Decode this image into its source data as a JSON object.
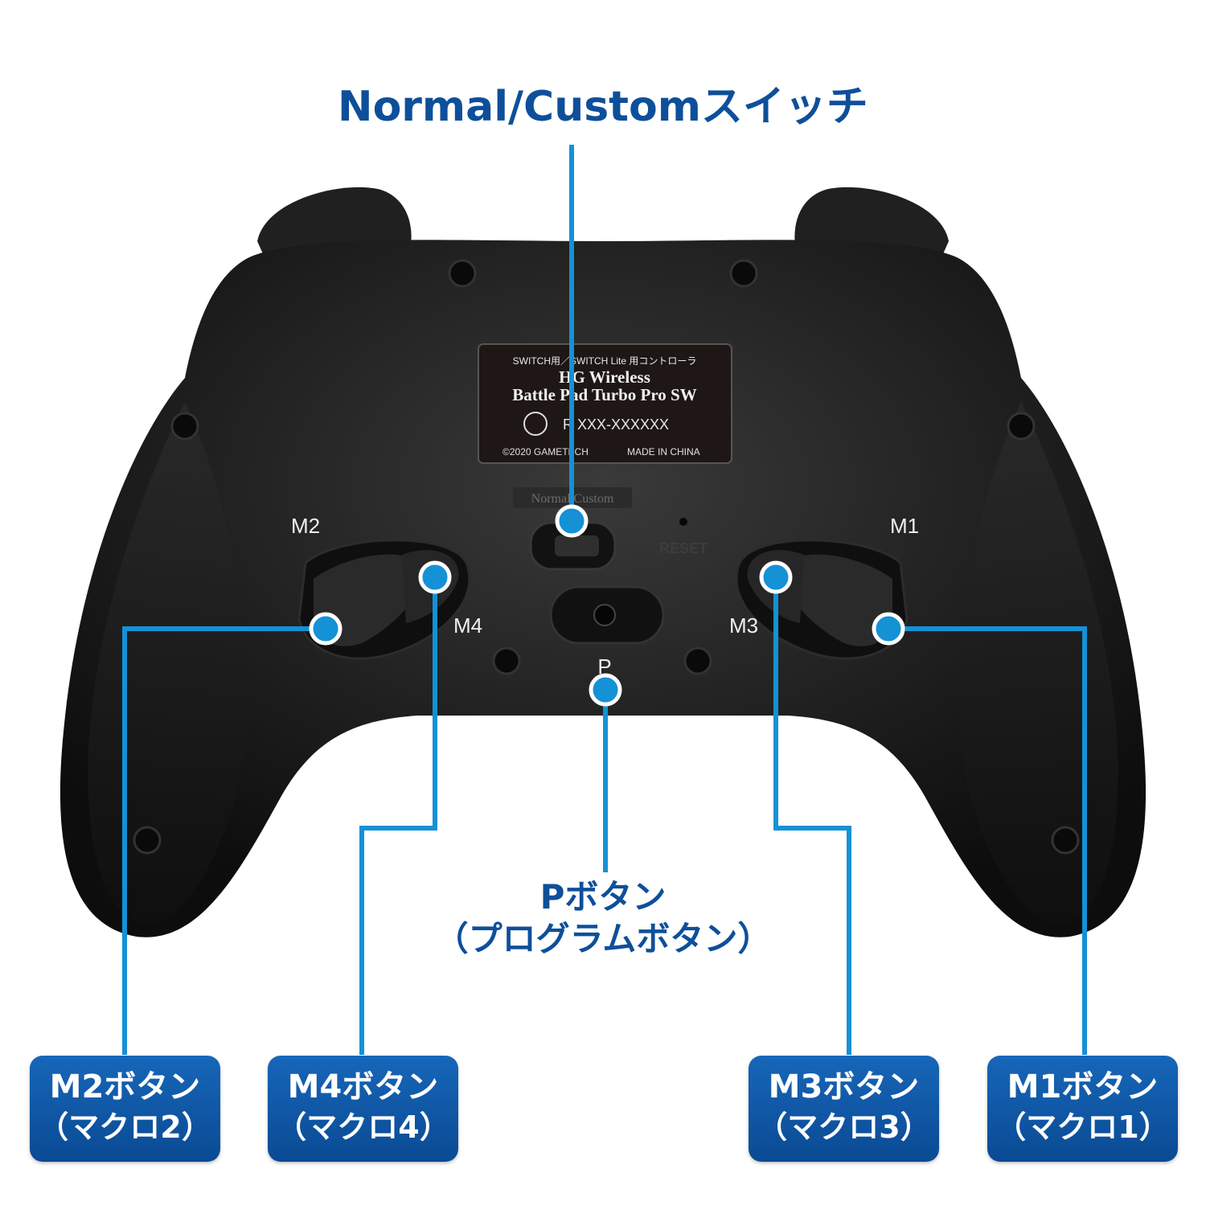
{
  "title": "Normal/Customスイッチ",
  "callouts": {
    "p": {
      "line1": "Pボタン",
      "line2": "（プログラムボタン）"
    },
    "m2": {
      "line1": "M2ボタン",
      "line2": "（マクロ2）"
    },
    "m4": {
      "line1": "M4ボタン",
      "line2": "（マクロ4）"
    },
    "m3": {
      "line1": "M3ボタン",
      "line2": "（マクロ3）"
    },
    "m1": {
      "line1": "M1ボタン",
      "line2": "（マクロ1）"
    }
  },
  "controller_labels": {
    "m2": "M2",
    "m1": "M1",
    "m4": "M4",
    "m3": "M3",
    "p": "P",
    "reset": "RESET",
    "switch": "Normal  Custom"
  },
  "sticker": {
    "line1": "SWITCH用／SWITCH Lite 用コントローラ",
    "line2": "HG Wireless",
    "line3": "Battle Pad Turbo Pro SW",
    "cert": "R XXX-XXXXXX",
    "copyright": "©2020 GAMETECH",
    "origin": "MADE IN CHINA"
  },
  "colors": {
    "accent": "#1591d6",
    "title": "#0e4f9a",
    "pill": "#0c55a6",
    "body": "#1b1b1b"
  }
}
